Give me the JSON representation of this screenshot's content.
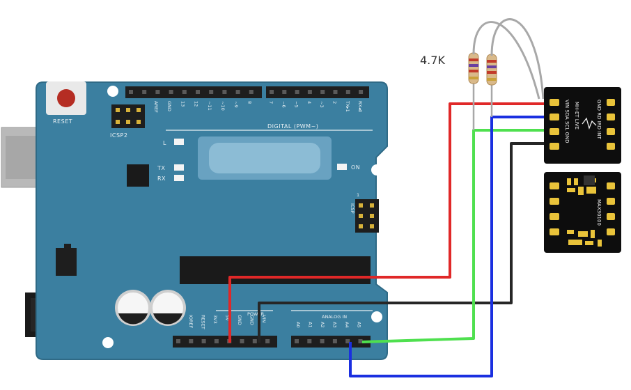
{
  "resistor_label": "4.7K",
  "board": {
    "reset_label": "RESET",
    "icsp2_label": "ICSP2",
    "icsp_label": "ICSP",
    "icsp_pin1": "1",
    "led_l": "L",
    "led_tx": "TX",
    "led_rx": "RX",
    "led_on": "ON",
    "digital_label": "DIGITAL (PWM~)",
    "power_label": "POWER",
    "analog_label": "ANALOG IN",
    "top_header_pins": [
      "AREF",
      "GND",
      "13",
      "12",
      "~11",
      "~10",
      "~9",
      "8",
      "7",
      "~6",
      "~5",
      "4",
      "~3",
      "2",
      "TX▸1",
      "RX◂0"
    ],
    "power_pins": [
      "IOREF",
      "RESET",
      "3V3",
      "5V",
      "GND",
      "GND",
      "VIN"
    ],
    "analog_pins": [
      "A0",
      "A1",
      "A2",
      "A3",
      "A4",
      "A5"
    ]
  },
  "sensor_module": {
    "pins_left": "VIN SDA SCL GND",
    "brand": "MH-ET LIVE",
    "pins_right": "GND RD IRD INT"
  },
  "chip_module": {
    "chip_label": "MAX30100"
  },
  "colors": {
    "board": "#3b7fa0",
    "board_edge": "#2f6a86",
    "wire_red": "#e02828",
    "wire_blue": "#1a2fe0",
    "wire_green": "#4fe04f",
    "wire_black": "#262626",
    "wire_grey": "#a8a8a8",
    "module": "#0d0d0d",
    "pad_gold": "#e9c33a"
  }
}
